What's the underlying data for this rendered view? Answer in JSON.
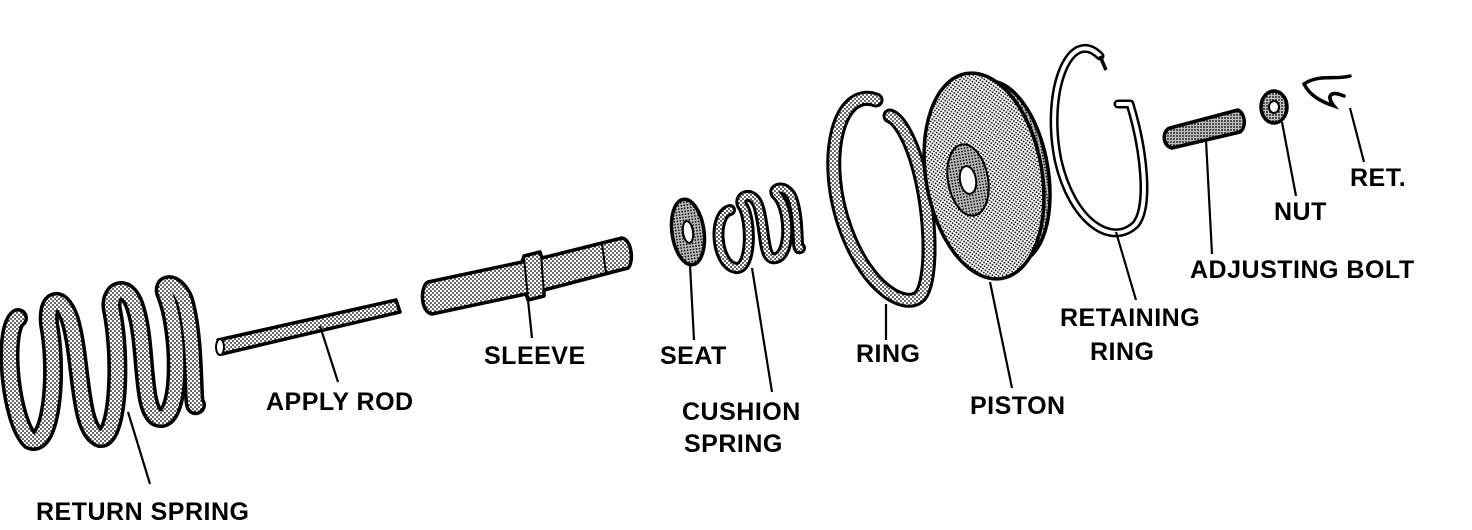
{
  "colors": {
    "ink": "#000000",
    "shade": "#9a9a9a",
    "paper": "#ffffff"
  },
  "labels": {
    "return_spring": "RETURN SPRING",
    "apply_rod": "APPLY ROD",
    "sleeve": "SLEEVE",
    "seat": "SEAT",
    "cushion_spring_1": "CUSHION",
    "cushion_spring_2": "SPRING",
    "ring": "RING",
    "piston": "PISTON",
    "retaining_ring_1": "RETAINING",
    "retaining_ring_2": "RING",
    "adjusting_bolt": "ADJUSTING BOLT",
    "nut": "NUT",
    "ret": "RET."
  }
}
